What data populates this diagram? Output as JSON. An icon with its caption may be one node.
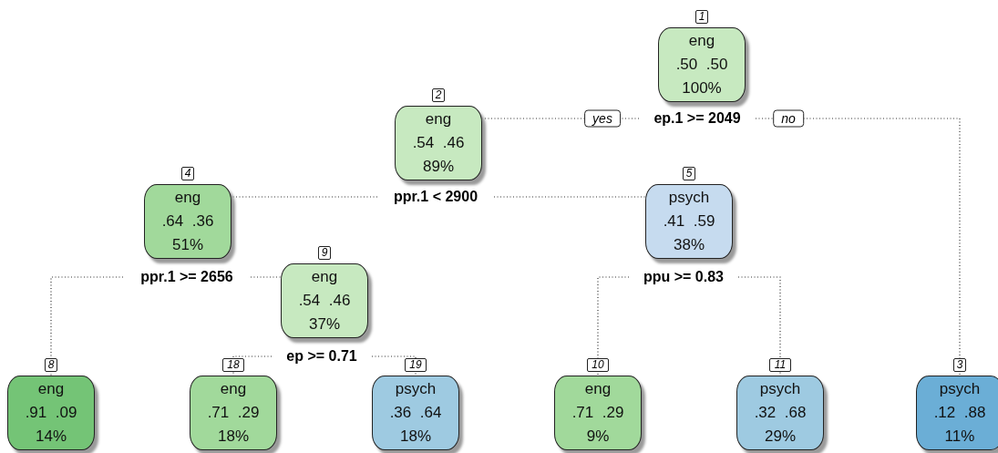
{
  "diagram": {
    "nodes": [
      {
        "text": [
          "eng",
          ".50  .50",
          "100%"
        ],
        "beside": [
          "1"
        ]
      },
      {
        "text": [
          "eng",
          ".54  .46",
          "89%"
        ],
        "beside": [
          "2"
        ]
      },
      {
        "text": [
          "ep.1 >= 2049"
        ]
      },
      {
        "text": [
          "eng",
          ".64  .36",
          "51%"
        ],
        "beside": [
          "4"
        ]
      },
      {
        "text": [
          "ppr.1 < 2900"
        ]
      },
      {
        "text": [
          "psych",
          ".41  .59",
          "38%"
        ],
        "beside": [
          "5"
        ]
      },
      {
        "text": [
          "ppr.1 >= 2656"
        ]
      },
      {
        "text": [
          "eng",
          ".54  .46",
          "37%"
        ],
        "beside": [
          "9"
        ]
      },
      {
        "text": [
          "ppu >= 0.83"
        ]
      },
      {
        "text": [
          "ep >= 0.71"
        ]
      },
      {
        "text": [
          "eng",
          ".91  .09",
          "14%"
        ],
        "beside": [
          "8"
        ]
      },
      {
        "text": [
          "eng",
          ".71  .29",
          "18%"
        ],
        "beside": [
          "18"
        ]
      },
      {
        "text": [
          "psych",
          ".36  .64",
          "18%"
        ],
        "beside": [
          "19"
        ]
      },
      {
        "text": [
          "eng",
          ".71  .29",
          "9%"
        ],
        "beside": [
          "10"
        ]
      },
      {
        "text": [
          "psych",
          ".32  .68",
          "29%"
        ],
        "beside": [
          "11"
        ]
      },
      {
        "text": [
          "psych",
          ".12  .88",
          "11%"
        ],
        "beside": [
          "3"
        ]
      }
    ],
    "edges": [
      {
        "from": 2,
        "to": 1,
        "arrow": "none",
        "style": "dashed",
        "label": "yes"
      },
      {
        "from": 2,
        "to": 15,
        "arrow": "none",
        "style": "dashed",
        "label": "no"
      },
      {
        "from": 4,
        "to": 3,
        "arrow": "none",
        "style": "dashed"
      },
      {
        "from": 4,
        "to": 5,
        "arrow": "none",
        "style": "dashed"
      },
      {
        "from": 6,
        "to": 10,
        "arrow": "none",
        "style": "dashed"
      },
      {
        "from": 6,
        "to": 7,
        "arrow": "none",
        "style": "dashed"
      },
      {
        "from": 8,
        "to": 13,
        "arrow": "none",
        "style": "dashed"
      },
      {
        "from": 8,
        "to": 14,
        "arrow": "none",
        "style": "dashed"
      },
      {
        "from": 9,
        "to": 11,
        "arrow": "none",
        "style": "dashed"
      },
      {
        "from": 9,
        "to": 12,
        "arrow": "none",
        "style": "dashed"
      }
    ]
  }
}
